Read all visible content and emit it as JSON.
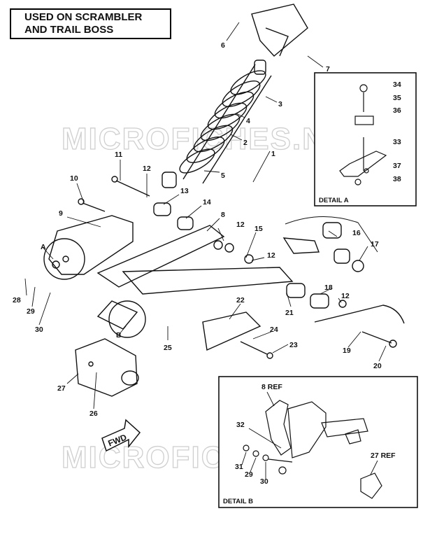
{
  "header": {
    "line1": "USED ON SCRAMBLER",
    "line2": "AND TRAIL BOSS"
  },
  "watermark": "MICROFICHES.NET",
  "fwd_label": "FWD",
  "detail_a": {
    "title": "DETAIL A",
    "callouts": [
      "34",
      "35",
      "36",
      "33",
      "37",
      "38"
    ]
  },
  "detail_b": {
    "title": "DETAIL B",
    "callouts": [
      "8 REF",
      "32",
      "31",
      "29",
      "30",
      "27 REF"
    ]
  },
  "callouts": [
    "6",
    "7",
    "3",
    "4",
    "2",
    "1",
    "5",
    "11",
    "12",
    "10",
    "13",
    "14",
    "9",
    "8",
    "12",
    "15",
    "16",
    "17",
    "12",
    "A",
    "28",
    "29",
    "30",
    "18",
    "21",
    "12",
    "22",
    "B",
    "25",
    "24",
    "23",
    "19",
    "20",
    "27",
    "26"
  ]
}
